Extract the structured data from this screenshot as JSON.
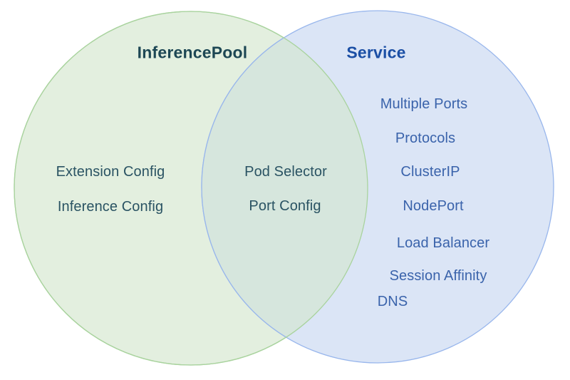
{
  "diagram": {
    "type": "venn",
    "left": {
      "title": "InferencePool",
      "items": [
        "Extension Config",
        "Inference Config"
      ],
      "fill": "#e3efdf",
      "stroke": "#a9d39e",
      "title_color": "#1d4754",
      "item_color": "#2a5363"
    },
    "intersection": {
      "items": [
        "Pod Selector",
        "Port Config"
      ],
      "fill": "#d6e6dd",
      "item_color": "#2a5363"
    },
    "right": {
      "title": "Service",
      "items": [
        "Multiple Ports",
        "Protocols",
        "ClusterIP",
        "NodePort",
        "Load Balancer",
        "Session Affinity",
        "DNS"
      ],
      "fill": "#dbe5f6",
      "stroke": "#98b6ec",
      "title_color": "#1b4fa5",
      "item_color": "#3a63ab"
    }
  }
}
